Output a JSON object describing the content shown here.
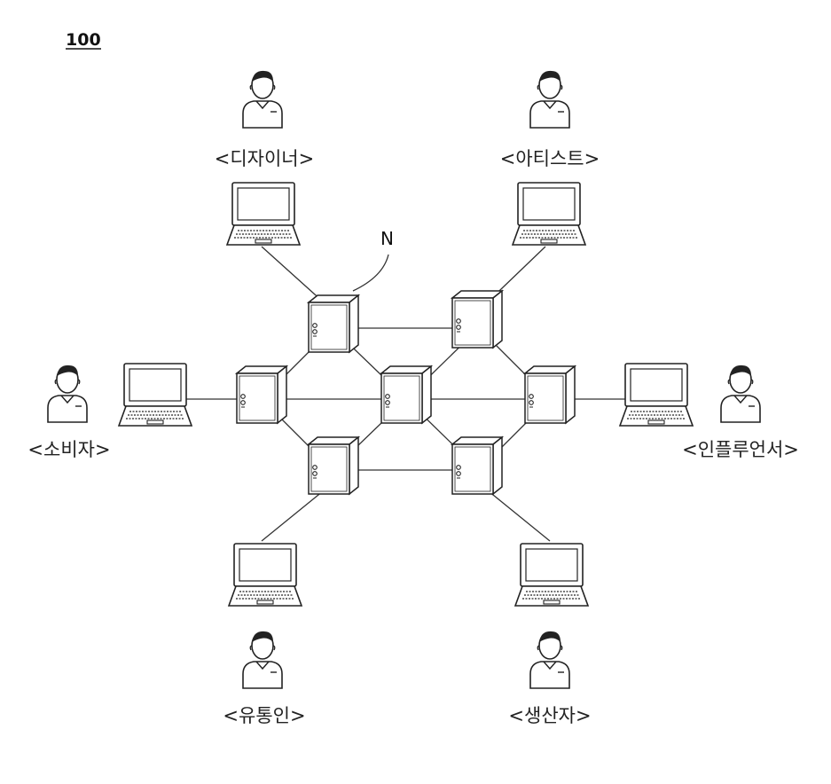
{
  "figure": {
    "number": "100",
    "network_ref": "N"
  },
  "nodes": {
    "designer": {
      "label": "<디자이너>"
    },
    "artist": {
      "label": "<아티스트>"
    },
    "consumer": {
      "label": "<소비자>"
    },
    "influencer": {
      "label": "<인플루언서>"
    },
    "distributor": {
      "label": "<유통인>"
    },
    "producer": {
      "label": "<생산자>"
    }
  },
  "icons": {
    "person": "person-icon",
    "laptop": "laptop-icon",
    "server": "server-icon"
  },
  "colors": {
    "stroke": "#222222",
    "background": "#ffffff"
  }
}
